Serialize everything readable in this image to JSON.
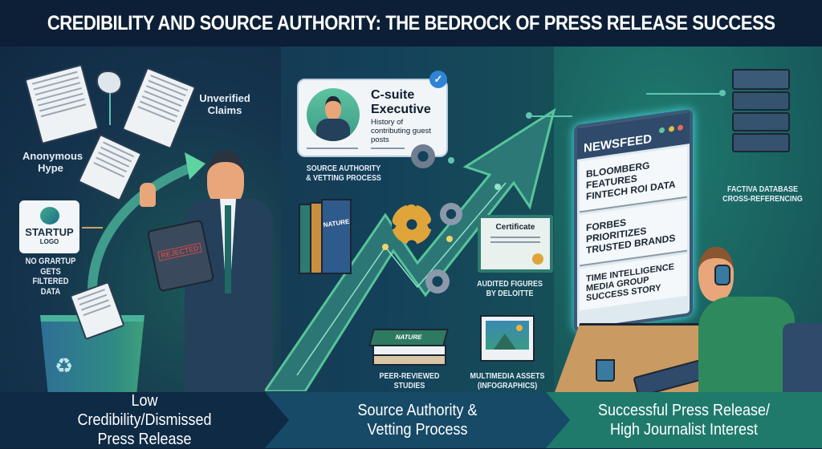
{
  "title": "CREDIBILITY AND SOURCE AUTHORITY: THE BEDROCK OF PRESS RELEASE SUCCESS",
  "colors": {
    "title_bg": "#0c1f36",
    "left_panel": "#112a44",
    "center_panel": "#14405a",
    "right_panel": "#1b6a62",
    "accent_green": "#5fd3a0",
    "accent_gold": "#e0a53a",
    "rejected_red": "#c94a4a"
  },
  "left": {
    "labels": {
      "anonymous_hype": "Anonymous Hype",
      "unverified_claims": "Unverified Claims",
      "startup_logo_line1": "STARTUP",
      "startup_logo_line2": "LOGO",
      "filtered": "NO GRARTUP GETS FILTERED DATA",
      "tablet_stamp": "REJECTED"
    }
  },
  "center": {
    "profile_card": {
      "title_line1": "C-suite",
      "title_line2": "Executive",
      "desc": "History of contributing guest posts",
      "verified_icon": "verified-badge-icon"
    },
    "labels": {
      "source_authority": "SOURCE AUTHORITY & VETTING PROCESS",
      "book_title": "NATURE",
      "book_stack_title": "NATURE",
      "certificate": "Certificate",
      "audited": "AUDITED FIGURES BY DELOITTE",
      "peer_reviewed": "PEER-REVIEWED STUDIES",
      "multimedia": "MULTIMEDIA ASSETS (INFOGRAPHICS)"
    }
  },
  "right": {
    "newsfeed": {
      "header": "NEWSFEED",
      "items": [
        "BLOOMBERG FEATURES FINTECH ROI DATA",
        "FORBES PRIORITIZES TRUSTED BRANDS",
        "TIME INTELLIGENCE MEDIA GROUP SUCCESS STORY"
      ]
    },
    "database_label": "FACTIVA DATABASE CROSS-REFERENCING"
  },
  "bottom_stages": [
    "Low Credibility/Dismissed Press Release",
    "Source Authority & Vetting Process",
    "Successful Press Release/ High Journalist Interest"
  ]
}
